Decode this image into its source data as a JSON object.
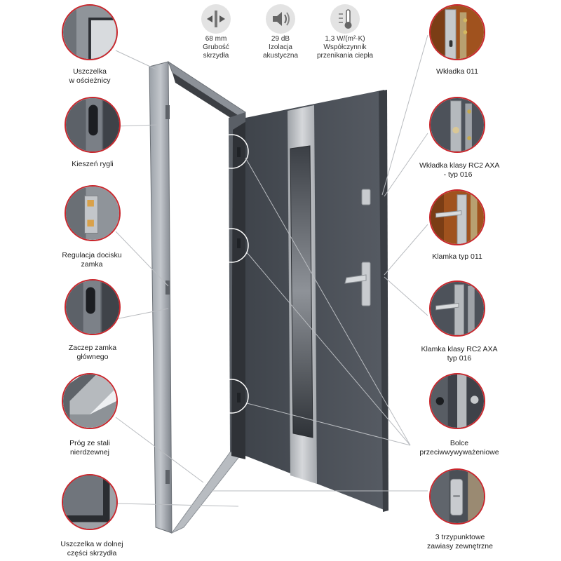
{
  "specs": [
    {
      "icon": "thickness-icon",
      "value": "68 mm",
      "line1": "Grubość",
      "line2": "skrzydła"
    },
    {
      "icon": "speaker-icon",
      "value": "29 dB",
      "line1": "Izolacja",
      "line2": "akustyczna"
    },
    {
      "icon": "thermometer-icon",
      "value": "1,3 W/(m²·K)",
      "line1": "Współczynnik",
      "line2": "przenikania ciepła"
    }
  ],
  "left_features": [
    {
      "line1": "Uszczelka",
      "line2": "w ościeżnicy"
    },
    {
      "line1": "Kieszeń rygli",
      "line2": ""
    },
    {
      "line1": "Regulacja docisku",
      "line2": "zamka"
    },
    {
      "line1": "Zaczep zamka",
      "line2": "głównego"
    },
    {
      "line1": "Próg ze stali",
      "line2": "nierdzewnej"
    },
    {
      "line1": "Uszczelka w dolnej",
      "line2": "części skrzydła"
    }
  ],
  "right_features": [
    {
      "line1": "Wkładka 011",
      "line2": ""
    },
    {
      "line1": "Wkładka klasy RC2 AXA",
      "line2": "- typ 016"
    },
    {
      "line1": "Klamka typ 011",
      "line2": ""
    },
    {
      "line1": "Klamka klasy RC2 AXA",
      "line2": "typ 016"
    },
    {
      "line1": "Bolce",
      "line2": "przeciwwywyważeniowe"
    },
    {
      "line1": "3 trzypunktowe",
      "line2": "zawiasy zewnętrzne"
    }
  ],
  "colors": {
    "accent": "#c9262c",
    "door_anthracite": "#4e535b",
    "frame_grey": "#8a8f96",
    "steel": "#b9bcc0",
    "wood": "#a0521e"
  }
}
